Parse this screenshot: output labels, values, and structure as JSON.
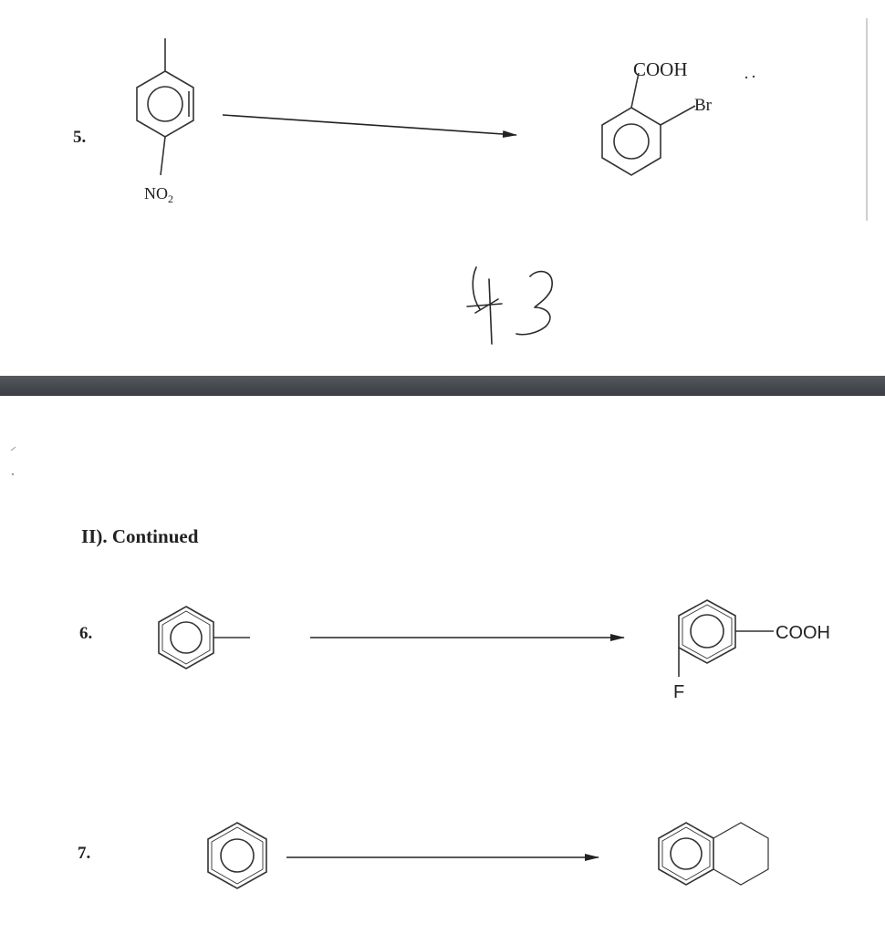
{
  "problems": [
    {
      "number": "5.",
      "reactant_substituents": [
        "NO2"
      ],
      "product_substituents": [
        "COOH",
        "Br"
      ]
    },
    {
      "number": "6.",
      "product_substituents": [
        "COOH",
        "F"
      ]
    },
    {
      "number": "7."
    }
  ],
  "handwritten_score": "4 3",
  "section_heading": "II). Continued"
}
